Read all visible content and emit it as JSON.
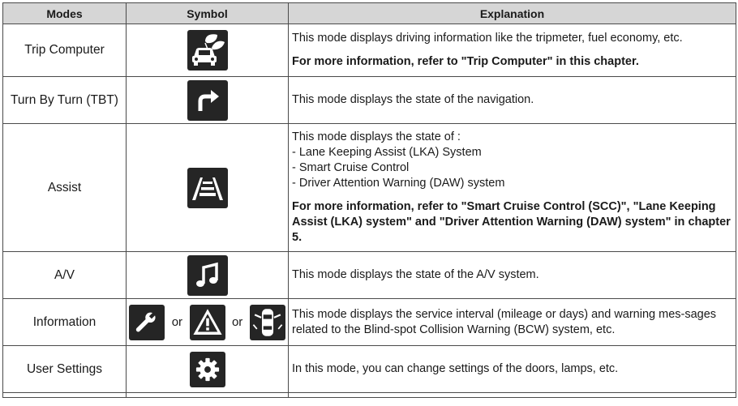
{
  "table": {
    "headers": [
      "Modes",
      "Symbol",
      "Explanation"
    ],
    "rows": [
      {
        "mode": "Trip Computer",
        "icon": "leaf-car-icon",
        "explanation": [
          "This mode displays driving information like the tripmeter, fuel economy, etc."
        ],
        "note": "For more information, refer to \"Trip Computer\" in this chapter."
      },
      {
        "mode": "Turn By Turn (TBT)",
        "icon": "turn-right-arrow-icon",
        "explanation": [
          "This mode displays the state of the navigation."
        ]
      },
      {
        "mode": "Assist",
        "icon": "lane-assist-icon",
        "explanation": [
          "This mode displays the state of :",
          "- Lane Keeping Assist (LKA) System",
          "- Smart Cruise Control",
          "- Driver Attention Warning (DAW) system"
        ],
        "note": "For more information, refer to \"Smart Cruise Control (SCC)\", \"Lane Keeping Assist (LKA) system\" and \"Driver Attention Warning (DAW) system\" in chapter 5."
      },
      {
        "mode": "A/V",
        "icon": "music-note-icon",
        "explanation": [
          "This mode displays the state of the A/V system."
        ]
      },
      {
        "mode": "Information",
        "icons": [
          "wrench-icon",
          "warning-triangle-icon",
          "car-top-view-icon"
        ],
        "separator": "or",
        "explanation": [
          "This mode displays the service interval (mileage or days) and warning mes-sages related to the Blind-spot Collision Warning (BCW) system, etc."
        ]
      },
      {
        "mode": "User Settings",
        "icon": "gear-icon",
        "explanation": [
          "In this mode, you can change settings of the doors, lamps, etc."
        ]
      }
    ]
  }
}
